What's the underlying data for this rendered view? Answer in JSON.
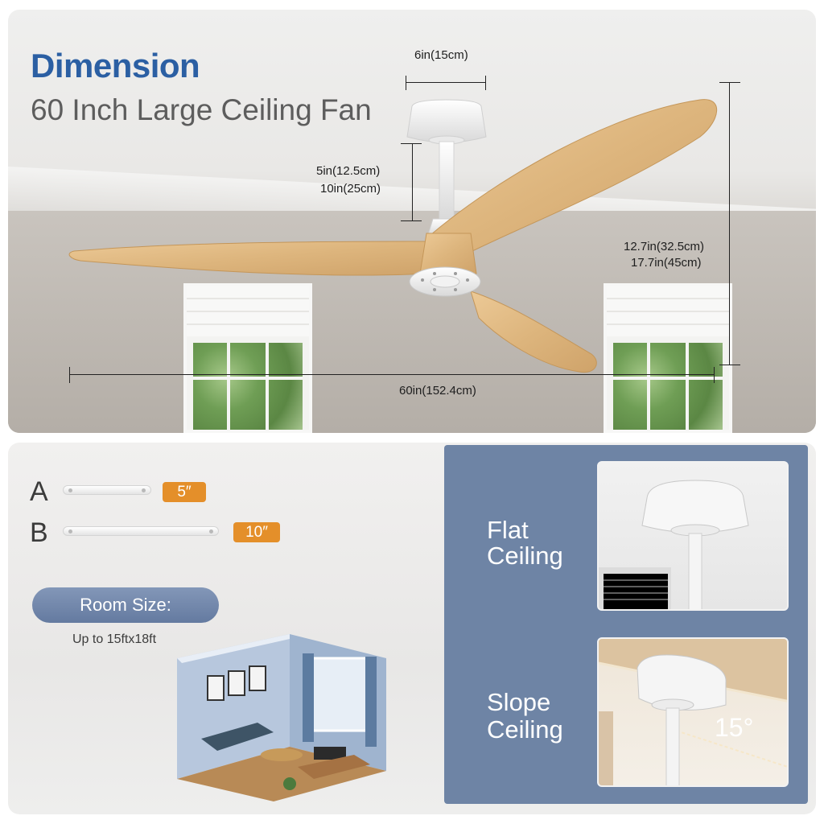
{
  "header": {
    "title": "Dimension",
    "subtitle": "60 Inch Large Ceiling Fan"
  },
  "dimensions": {
    "canopy_width": "6in(15cm)",
    "downrod_short": "5in(12.5cm)",
    "downrod_long": "10in(25cm)",
    "height_short": "12.7in(32.5cm)",
    "height_long": "17.7in(45cm)",
    "blade_span": "60in(152.4cm)"
  },
  "downrods": [
    {
      "letter": "A",
      "length": "5″"
    },
    {
      "letter": "B",
      "length": "10″"
    }
  ],
  "room": {
    "button_label": "Room Size:",
    "size": "Up to 15ftx18ft"
  },
  "mounting": {
    "flat_line1": "Flat",
    "flat_line2": "Ceiling",
    "slope_line1": "Slope",
    "slope_line2": "Ceiling",
    "slope_angle": "15°"
  },
  "colors": {
    "title_blue": "#2b5fa3",
    "tag_orange": "#e48f2a",
    "panel_blue": "#6e84a5",
    "wood": "#e3bc86"
  },
  "icons": [
    "ceiling-fan-illustration",
    "room-illustration",
    "flat-ceiling-photo",
    "slope-ceiling-photo"
  ]
}
